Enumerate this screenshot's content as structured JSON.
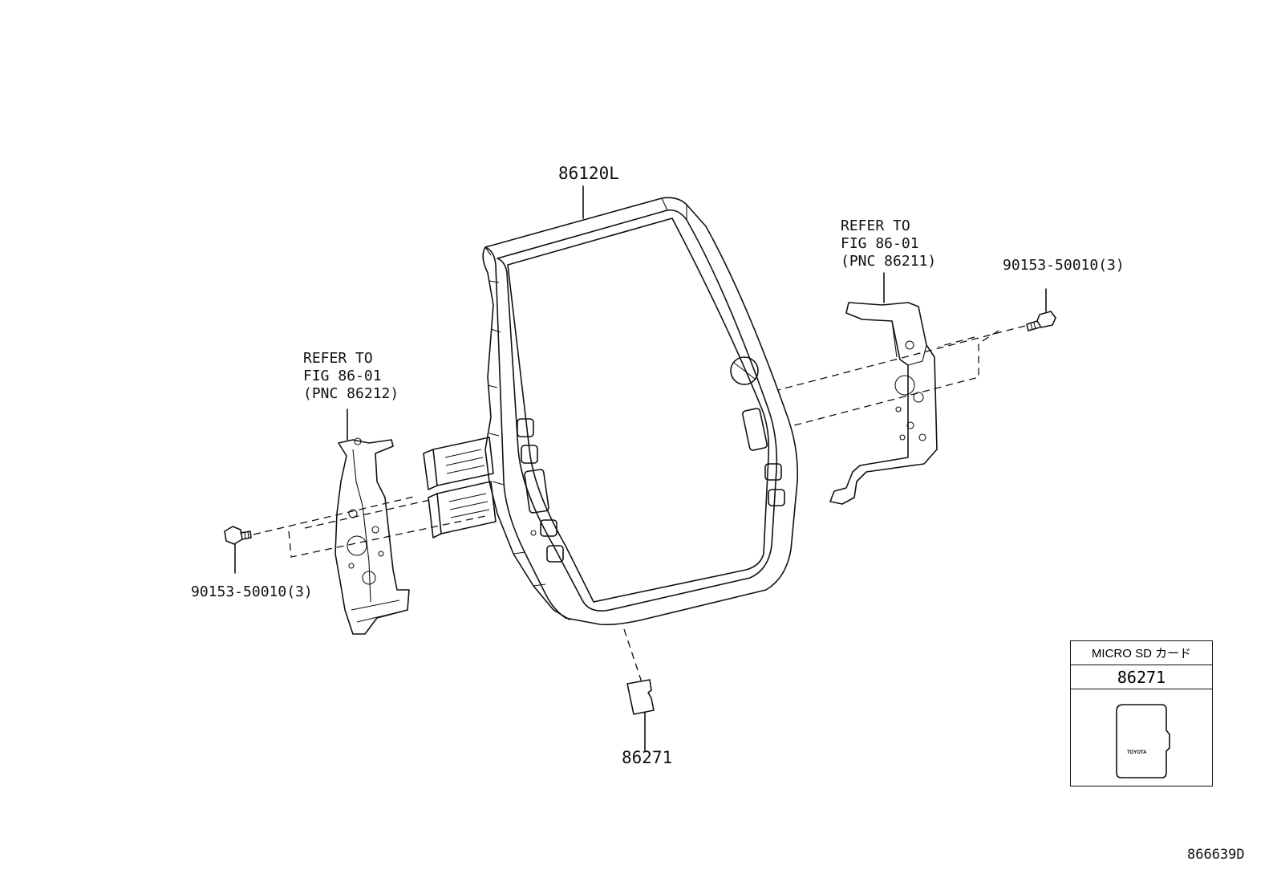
{
  "labels": {
    "display_unit": "86120L",
    "refer_right": [
      "REFER TO",
      "FIG 86-01",
      "(PNC 86211)"
    ],
    "refer_left": [
      "REFER TO",
      "FIG 86-01",
      "(PNC 86212)"
    ],
    "bolt_right": "90153-50010(3)",
    "bolt_left": "90153-50010(3)",
    "sd_card": "86271",
    "figure_id": "866639D"
  },
  "legend": {
    "title": "MICRO SD カード",
    "part_number": "86271",
    "card_brand": "TOYOTA"
  }
}
